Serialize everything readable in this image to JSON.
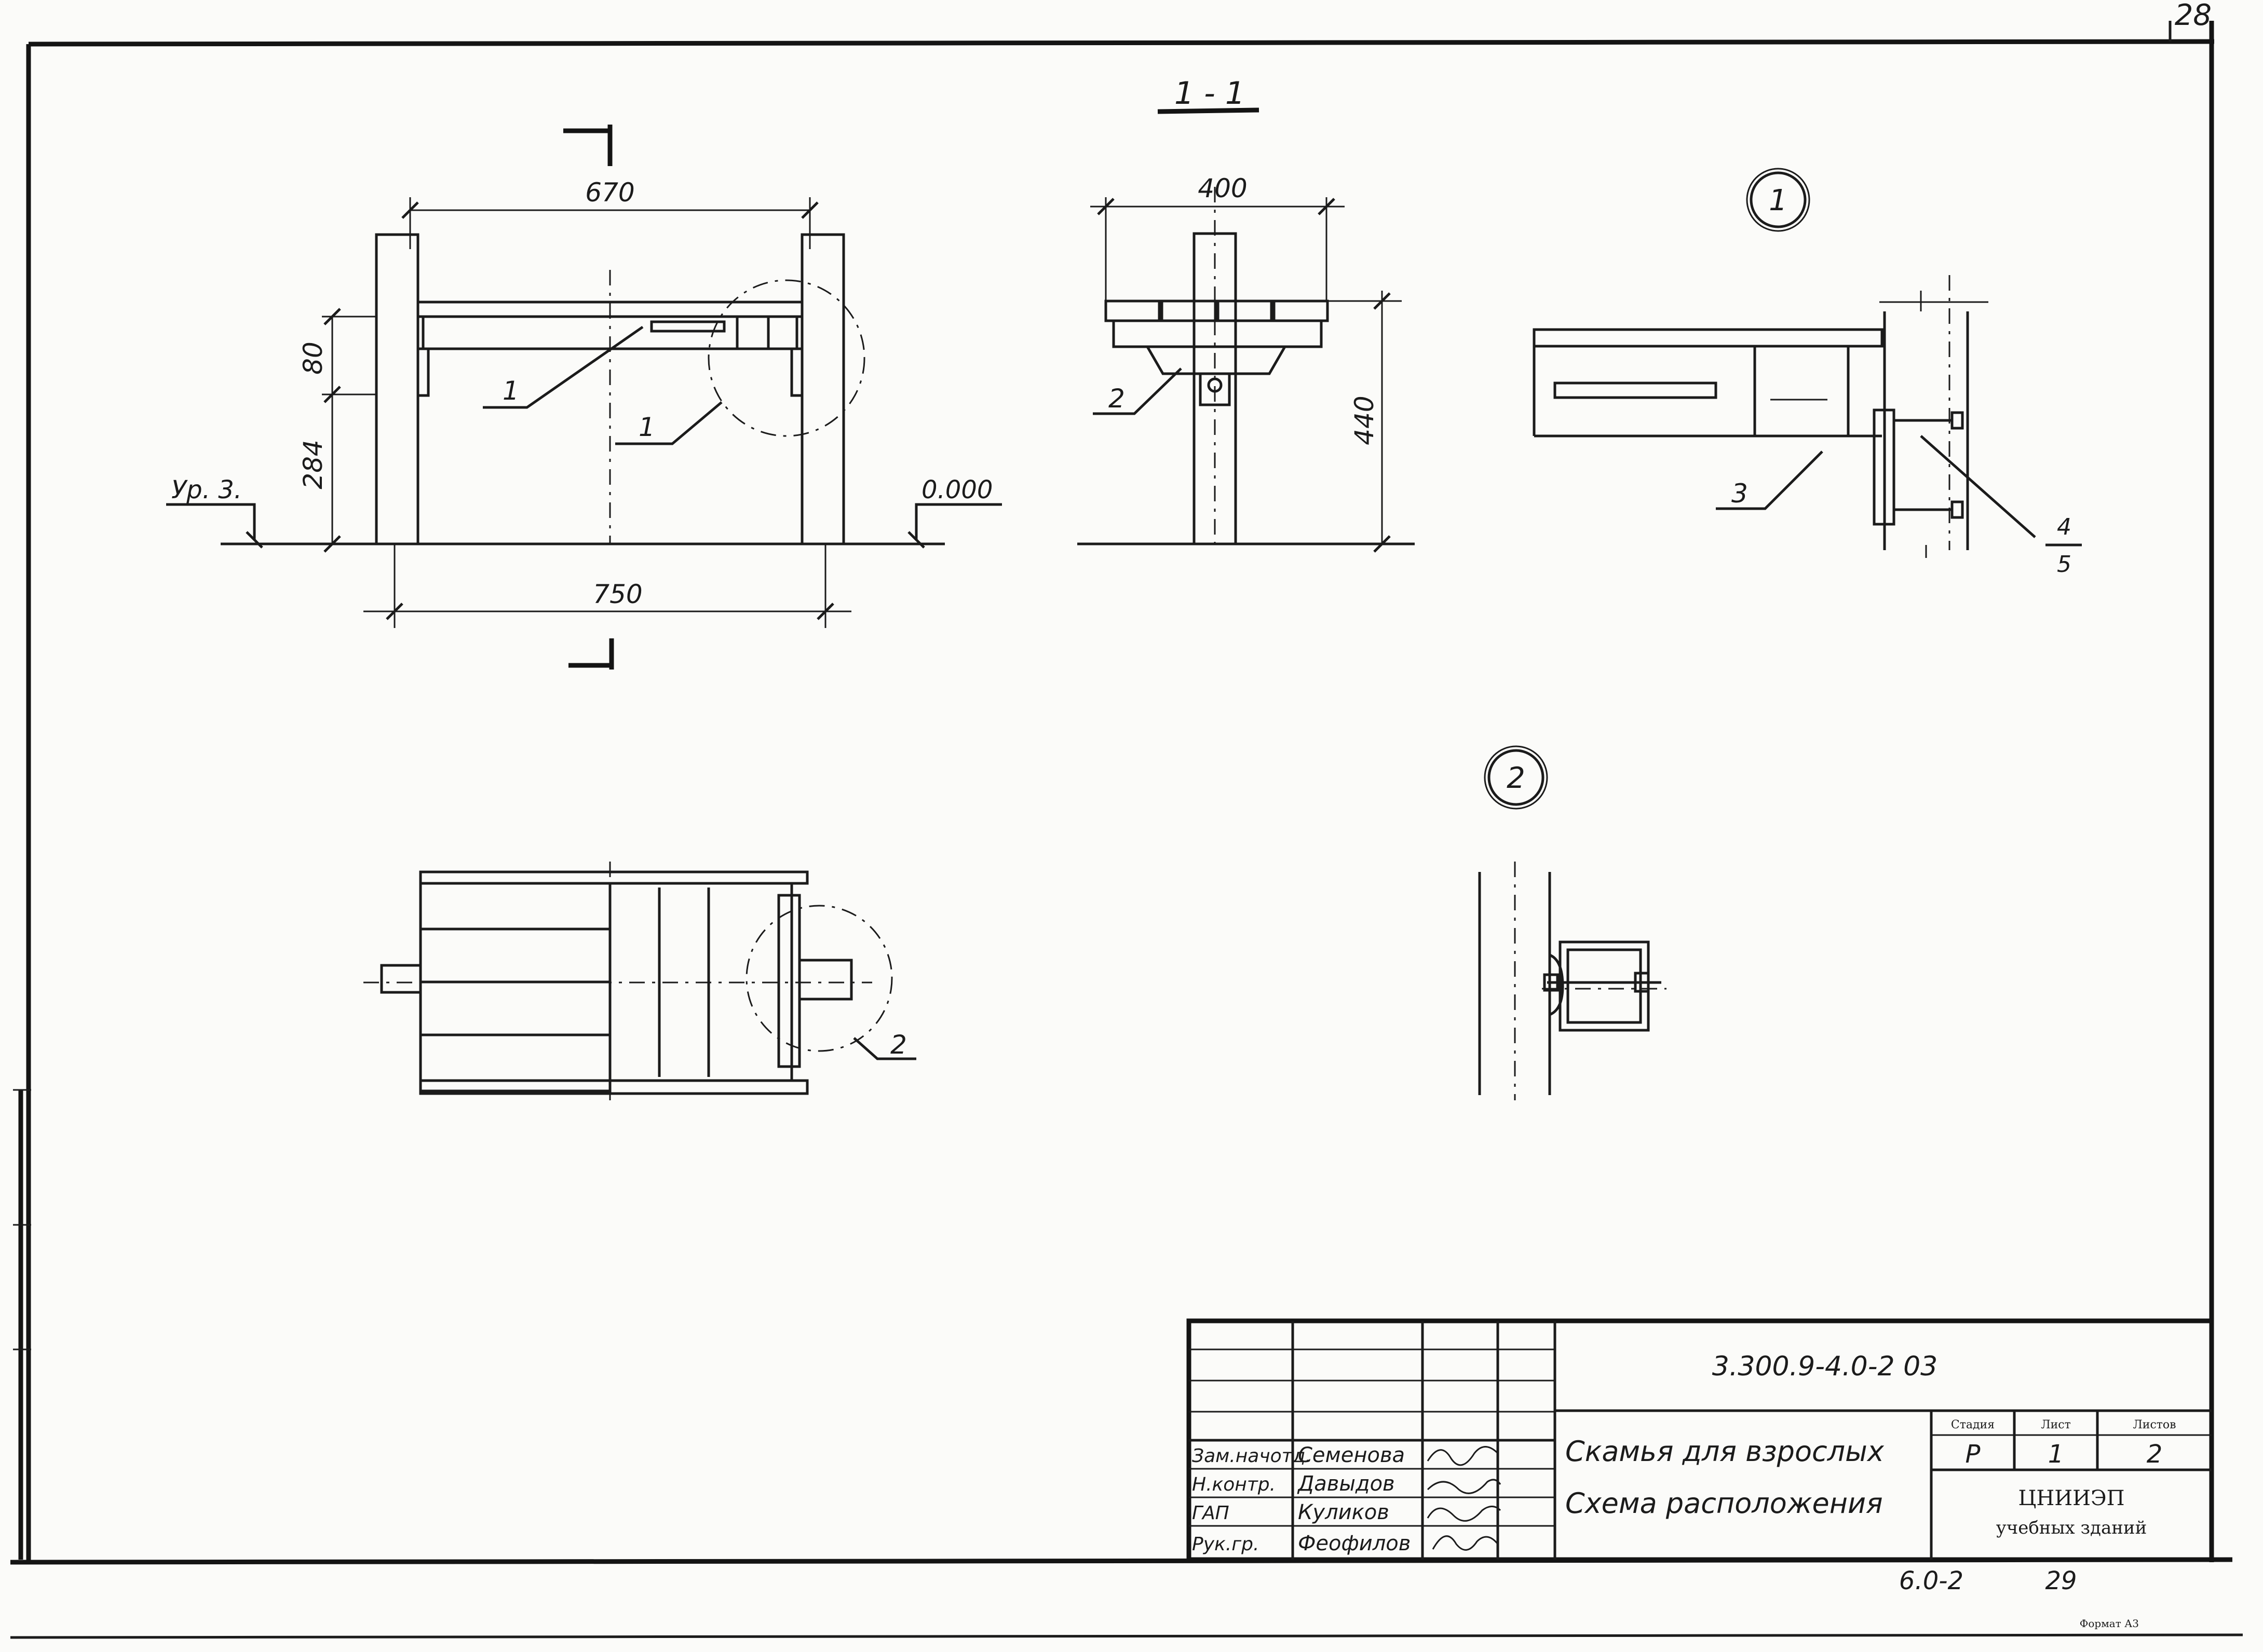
{
  "sheet": {
    "page_number": "28",
    "section_title": "1 - 1",
    "callout_1": "1",
    "callout_2": "2"
  },
  "dimensions": {
    "top_width": "670",
    "bottom_width": "750",
    "section_width": "400",
    "height_80": "80",
    "height_284": "284",
    "height_440": "440",
    "level_label": "Ур. 3.",
    "level_zero": "0.000"
  },
  "leaders": {
    "pos_1a": "1",
    "pos_1b": "1",
    "pos_2a": "2",
    "pos_2b": "2",
    "pos_3": "3",
    "pos_4": "4",
    "pos_5": "5"
  },
  "title_block": {
    "doc_code": "3.300.9-4.0-2 03",
    "title_line1": "Скамья для взрослых",
    "title_line2": "Схема расположения",
    "stage_header": "Стадия",
    "sheet_header": "Лист",
    "sheets_header": "Листов",
    "stage": "Р",
    "sheet": "1",
    "sheets": "2",
    "org_line1": "ЦНИИЭП",
    "org_line2": "учебных зданий",
    "signatures": [
      {
        "role": "Зам.начотд.",
        "name": "Семенова"
      },
      {
        "role": "Н.контр.",
        "name": "Давыдов"
      },
      {
        "role": "ГАП",
        "name": "Куликов"
      },
      {
        "role": "Рук.гр.",
        "name": "Феофилов"
      }
    ]
  },
  "footer": {
    "album": "6.0-2",
    "album_page": "29",
    "format": "Формат А3"
  }
}
